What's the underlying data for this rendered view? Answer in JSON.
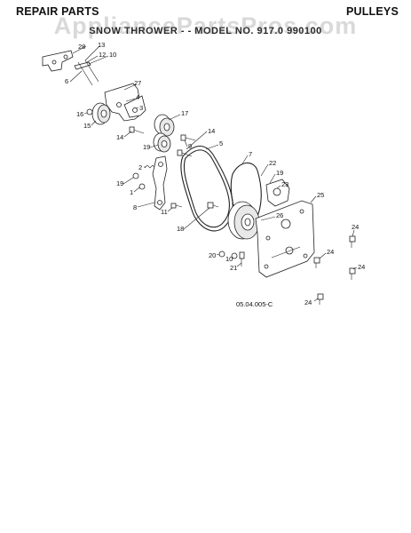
{
  "header": {
    "left": "REPAIR PARTS",
    "right": "PULLEYS",
    "subtitle": "SNOW THROWER - - MODEL NO. 917.0  990100"
  },
  "watermark": "AppliancePartsPros.com",
  "figure_code": "05.04.005-C",
  "part_labels": [
    "28",
    "13",
    "12",
    "10",
    "6",
    "4",
    "27",
    "3",
    "16",
    "15",
    "14",
    "17",
    "9",
    "14",
    "5",
    "19",
    "7",
    "22",
    "19",
    "23",
    "2",
    "19",
    "1",
    "8",
    "11",
    "25",
    "18",
    "26",
    "20",
    "24",
    "10",
    "24",
    "21",
    "24",
    "24"
  ]
}
